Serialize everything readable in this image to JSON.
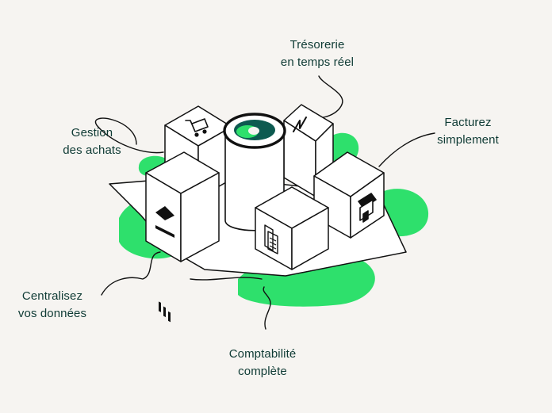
{
  "colors": {
    "background": "#f6f4f1",
    "accent_green": "#2ee06c",
    "ink": "#111111",
    "text": "#0f3b35",
    "logo_teal": "#0d5a50"
  },
  "labels": {
    "tresorerie": {
      "line1": "Trésorerie",
      "line2": "en temps réel"
    },
    "gestion": {
      "line1": "Gestion",
      "line2": "des achats"
    },
    "facturez": {
      "line1": "Facturez",
      "line2": "simplement"
    },
    "centralisez": {
      "line1": "Centralisez",
      "line2": "vos données"
    },
    "comptabilite": {
      "line1": "Comptabilité",
      "line2": "complète"
    }
  },
  "icons": {
    "gestion": "shopping-cart-icon",
    "tresorerie": "trend-line-icon",
    "centralisez": "bank-icon",
    "comptabilite": "calculator-phone-icon",
    "facturez": "storefront-icon",
    "center": "brand-logo-icon"
  }
}
